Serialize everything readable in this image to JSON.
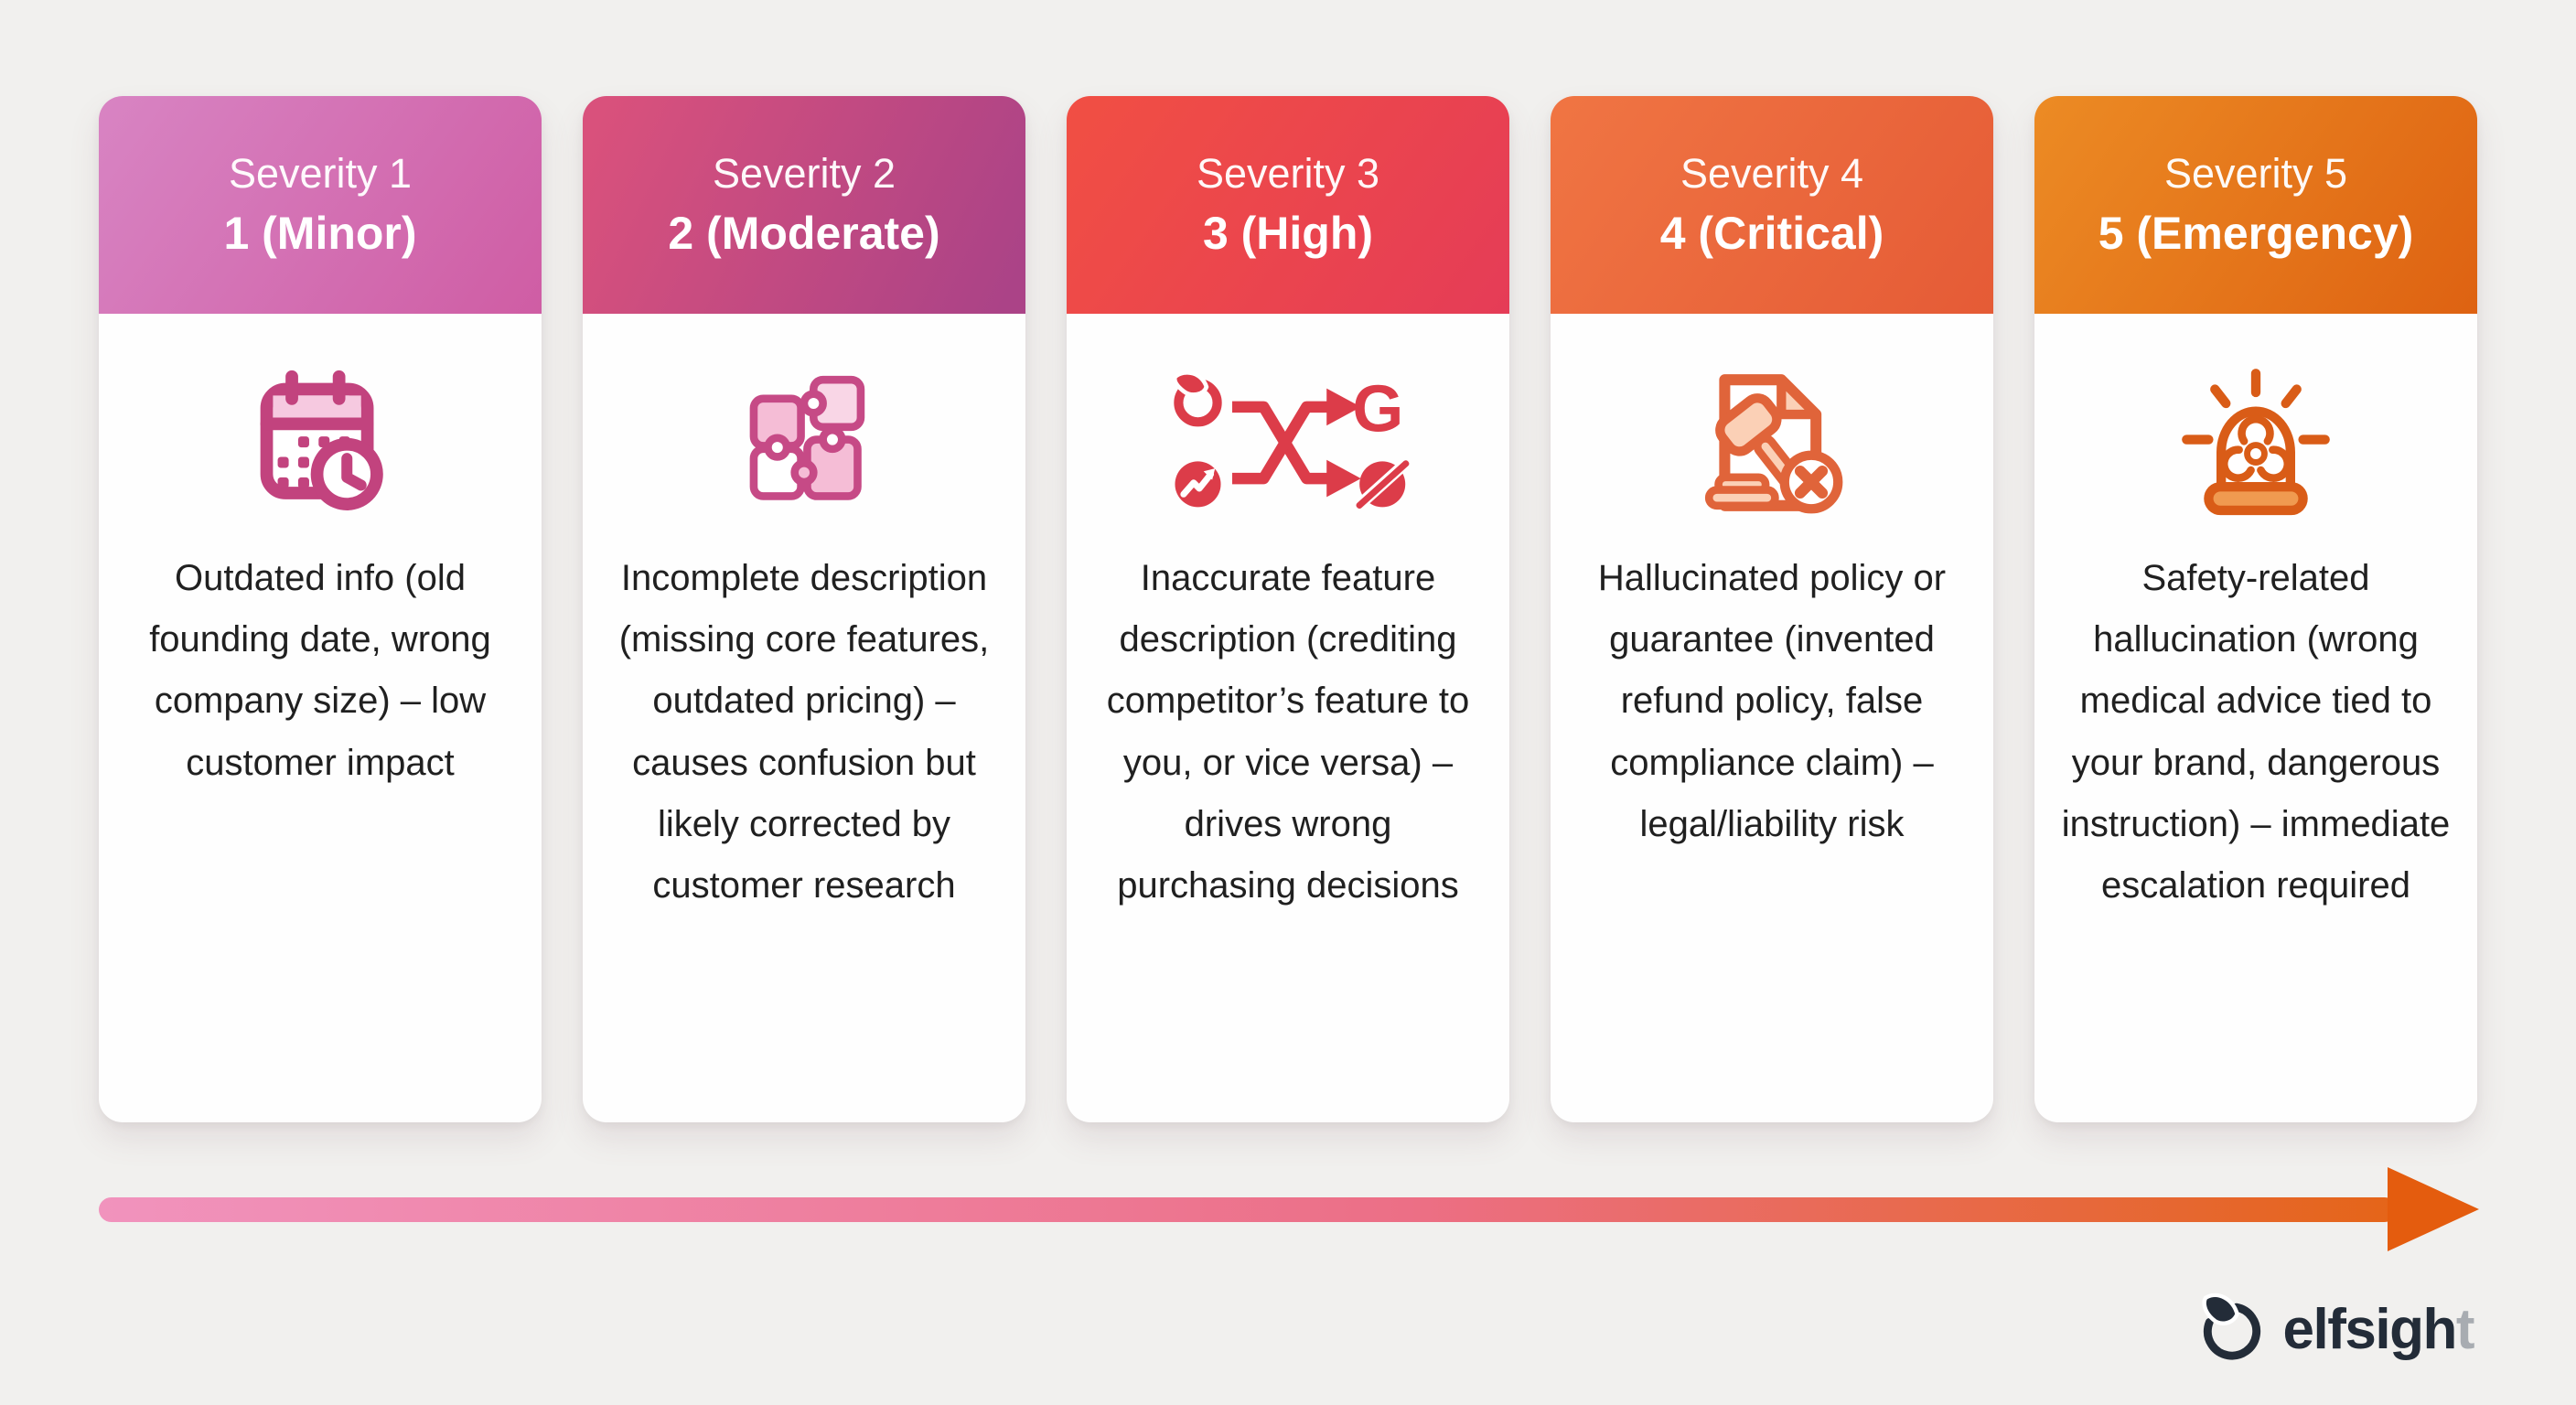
{
  "cards": [
    {
      "header_line1": "Severity 1",
      "header_line2": "1 (Minor)",
      "icon": "calendar-clock-icon",
      "header_gradient": [
        "#d884c3",
        "#cf5da4"
      ],
      "icon_color": "#c2437e",
      "description": "Outdated info (old founding date, wrong company size) – low customer impact"
    },
    {
      "header_line1": "Severity 2",
      "header_line2": "2 (Moderate)",
      "icon": "puzzle-pieces-icon",
      "header_gradient": [
        "#d9517c",
        "#ab4387"
      ],
      "icon_color": "#c64a86",
      "description": "Incomplete description (missing core features, outdated pricing) – causes confusion but likely corrected by customer research"
    },
    {
      "header_line1": "Severity 3",
      "header_line2": "3 (High)",
      "icon": "mixed-up-search-results-icon",
      "header_gradient": [
        "#f14f43",
        "#e53c57"
      ],
      "icon_color": "#dc3c49",
      "google_letter": "G",
      "description": "Inaccurate feature description (crediting competitor’s feature to you, or vice versa) – drives wrong purchasing decisions"
    },
    {
      "header_line1": "Severity 4",
      "header_line2": "4 (Critical)",
      "icon": "legal-gavel-document-icon",
      "header_gradient": [
        "#f07543",
        "#e55b36"
      ],
      "icon_color": "#e0643a",
      "description": "Hallucinated policy or guarantee (invented refund policy, false compliance claim) – legal/liability risk"
    },
    {
      "header_line1": "Severity 5",
      "header_line2": "5 (Emergency)",
      "icon": "emergency-siren-biohazard-icon",
      "header_gradient": [
        "#ec8b24",
        "#de6212"
      ],
      "icon_color": "#d95c17",
      "description": "Safety-related hallucination (wrong medical advice tied to your brand, dangerous instruction) – immediate escalation required"
    }
  ],
  "arrow": {
    "direction": "left-to-right",
    "start_color": "#f193bd",
    "end_color": "#e4640f"
  },
  "footer": {
    "brand": "elfsight",
    "brand_dark": "elfsigh",
    "brand_light": "t",
    "logo_color": "#232c38"
  },
  "palette": {
    "background": "#f1f0ee",
    "card_background": "#fefefe",
    "body_text": "#202020",
    "header_text": "#ffffff"
  }
}
